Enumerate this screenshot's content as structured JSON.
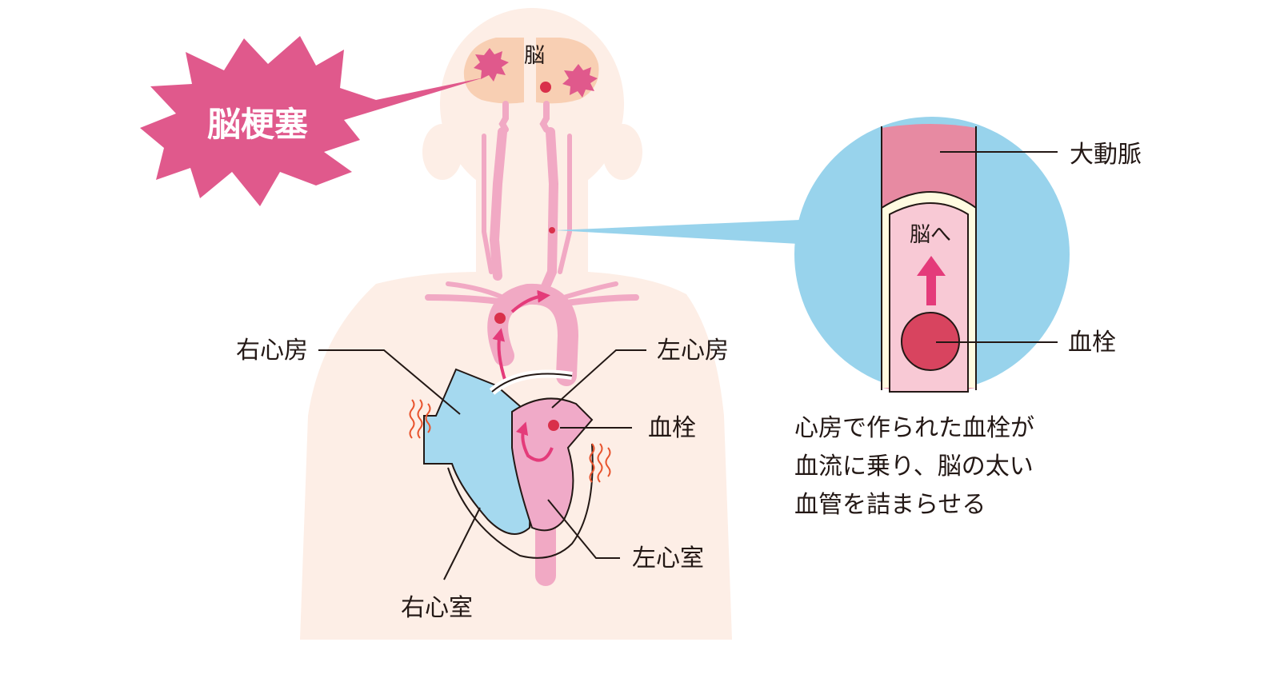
{
  "labels": {
    "brain": "脳",
    "stroke": "脳梗塞",
    "right_atrium": "右心房",
    "left_atrium": "左心房",
    "embolus_heart": "血栓",
    "left_ventricle": "左心室",
    "right_ventricle": "右心室",
    "aorta": "大動脈",
    "to_brain": "脳へ",
    "embolus_zoom": "血栓"
  },
  "caption": [
    "心房で作られた血栓が",
    "血流に乗り、脳の太い",
    "血管を詰まらせる"
  ],
  "colors": {
    "skin": "#fdeee6",
    "skin_edge": "#fbe1d4",
    "brain": "#f8cfb3",
    "burst": "#e0598c",
    "vessel": "#f1a9c4",
    "arrow": "#e43b7a",
    "clot": "#d9304a",
    "embolus_zoom": "#d8445f",
    "right_heart": "#a5d9ef",
    "left_heart": "#f0aac8",
    "zoom_bg": "#98d3ec",
    "aorta_band": "#e78aa2",
    "vessel_inner": "#f8c9d5",
    "vessel_wall": "#fffbe0",
    "heat": "#e8542e"
  }
}
